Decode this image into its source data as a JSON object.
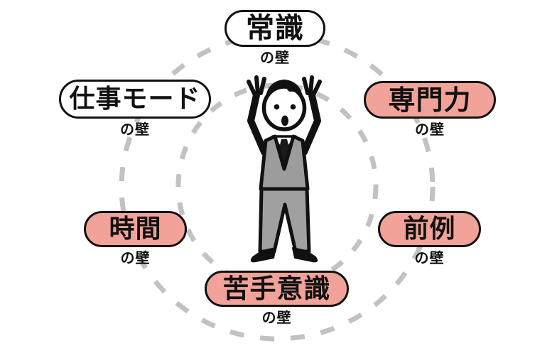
{
  "walls": [
    {
      "name": "joshiki",
      "label": "常識",
      "suffix": "の壁",
      "variant": "white",
      "position": "top"
    },
    {
      "name": "shigoto-mode",
      "label": "仕事モード",
      "suffix": "の壁",
      "variant": "white",
      "position": "upper-left"
    },
    {
      "name": "senmonryoku",
      "label": "専門力",
      "suffix": "の壁",
      "variant": "pink",
      "position": "upper-right"
    },
    {
      "name": "jikan",
      "label": "時間",
      "suffix": "の壁",
      "variant": "pink",
      "position": "lower-left"
    },
    {
      "name": "zenrei",
      "label": "前例",
      "suffix": "の壁",
      "variant": "pink",
      "position": "lower-right"
    },
    {
      "name": "nigate-ishiki",
      "label": "苦手意識",
      "suffix": "の壁",
      "variant": "pink",
      "position": "bottom"
    }
  ],
  "figure": {
    "description": "surprised person holding head with both hands"
  },
  "colors": {
    "pill_pink": "#F2A399",
    "pill_white": "#FFFFFF",
    "outline": "#111111",
    "dashed_circle": "#C2C2C2",
    "vest_gray": "#9C9C9C",
    "pants_gray": "#A0A0A0",
    "background": "#FFFFFF"
  }
}
